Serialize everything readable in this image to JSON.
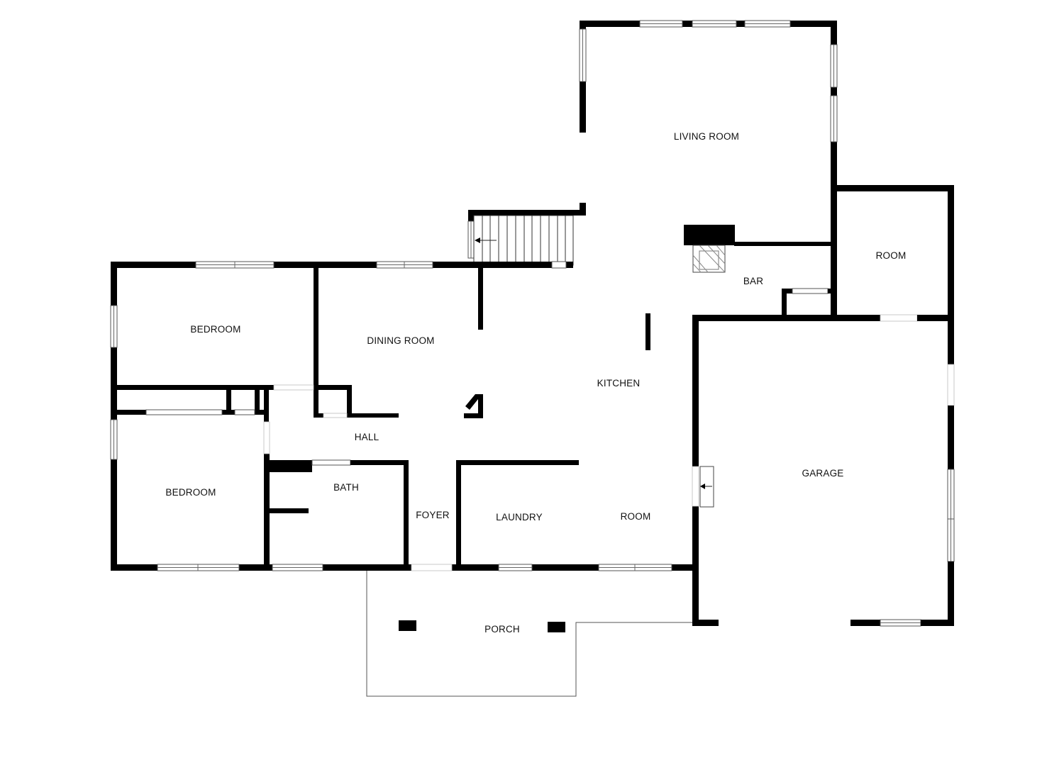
{
  "floorplan": {
    "rooms": {
      "living_room": "LIVING ROOM",
      "room_upper": "ROOM",
      "bar": "BAR",
      "bedroom_top": "BEDROOM",
      "dining_room": "DINING ROOM",
      "kitchen": "KITCHEN",
      "garage": "GARAGE",
      "hall": "HALL",
      "bedroom_bottom": "BEDROOM",
      "bath": "BATH",
      "foyer": "FOYER",
      "laundry": "LAUNDRY",
      "room_lower": "ROOM",
      "porch": "PORCH"
    },
    "icons": {
      "stairs": "stairs-icon",
      "fireplace": "fireplace-icon",
      "garage_steps": "steps-icon"
    },
    "colors": {
      "wall": "#000000",
      "background": "#ffffff"
    }
  }
}
